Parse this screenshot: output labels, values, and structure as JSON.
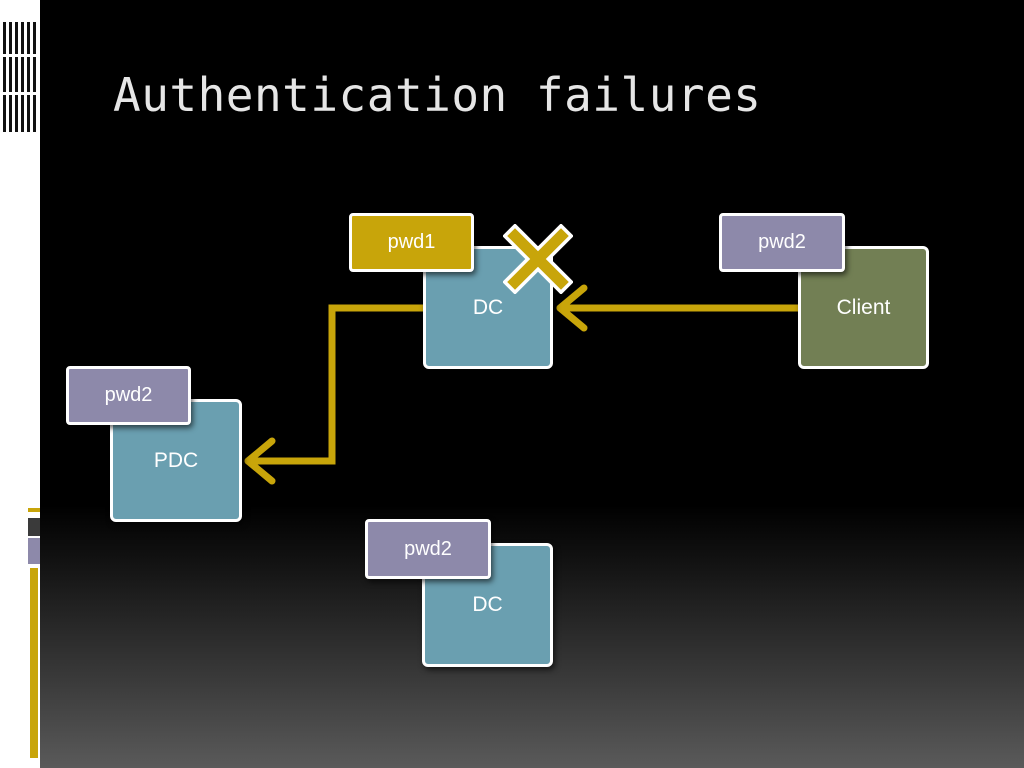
{
  "slide": {
    "title": "Authentication failures"
  },
  "colors": {
    "arrow": "#c8a50a",
    "dc_node": "#6a9fb0",
    "client_node": "#727f54",
    "tag_new_password": "#8d89aa",
    "tag_old_password": "#c8a50a"
  },
  "nodes": {
    "dc_top": {
      "label": "DC",
      "password": "pwd1"
    },
    "client": {
      "label": "Client",
      "password": "pwd2"
    },
    "pdc": {
      "label": "PDC",
      "password": "pwd2"
    },
    "dc_bottom": {
      "label": "DC",
      "password": "pwd2"
    }
  },
  "icons": {
    "auth_failure": "x-mark-icon"
  }
}
